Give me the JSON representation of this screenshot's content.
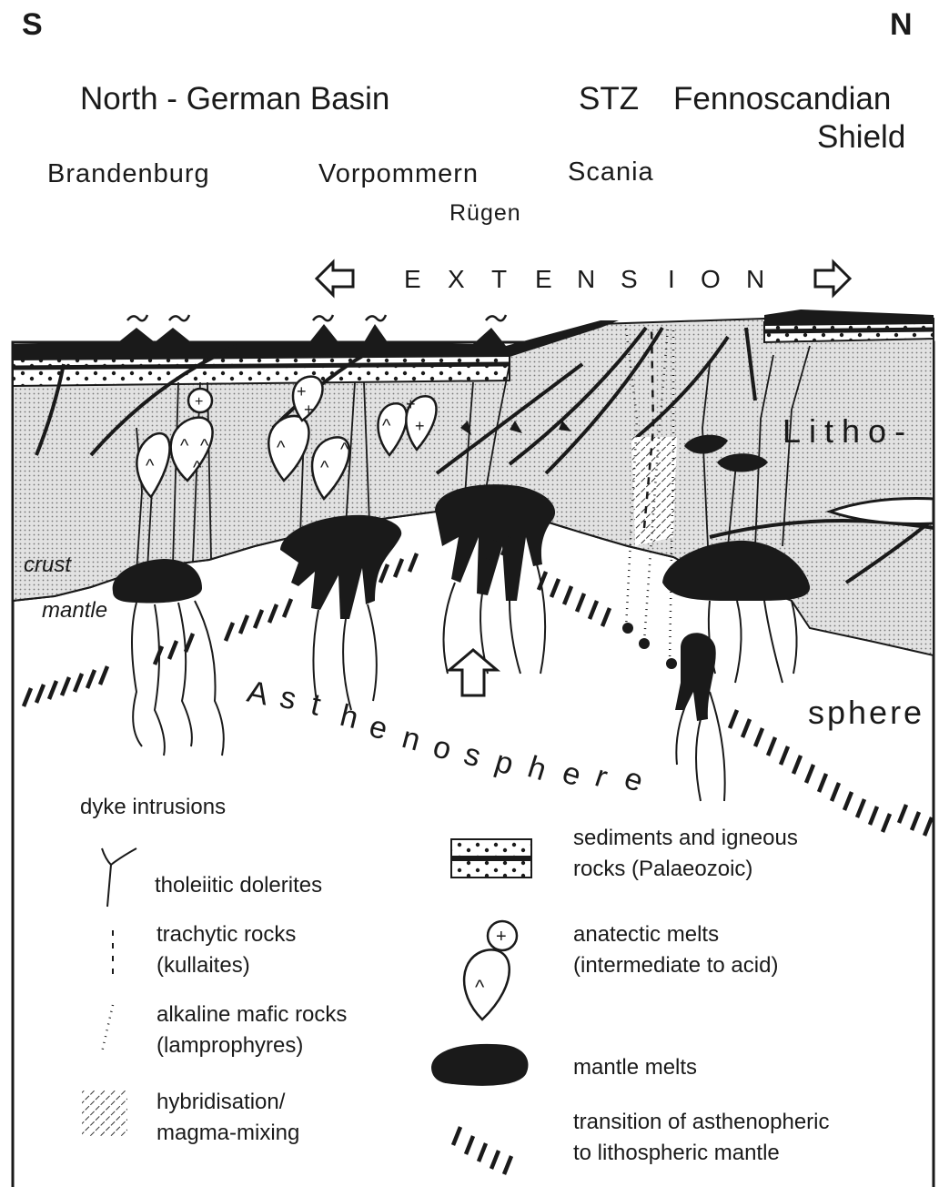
{
  "directions": {
    "south": "S",
    "north": "N"
  },
  "regions": {
    "basin": "North - German  Basin",
    "stz": "STZ",
    "shield_line1": "Fennoscandian",
    "shield_line2": "Shield",
    "brandenburg": "Brandenburg",
    "vorpommern": "Vorpommern",
    "scania": "Scania",
    "ruegen": "Rügen"
  },
  "extension": [
    "E",
    "X",
    "T",
    "E",
    "N",
    "S",
    "I",
    "O",
    "N"
  ],
  "section_labels": {
    "litho": "Litho-",
    "sphere": "sphere",
    "crust": "crust",
    "mantle": "mantle",
    "asthenosphere": [
      "A",
      "s",
      "t",
      "h",
      "e",
      "n",
      "o",
      "s",
      "p",
      "h",
      "e",
      "r",
      "e"
    ]
  },
  "legend": {
    "header": "dyke intrusions",
    "tholeiitic": "tholeiitic dolerites",
    "trachytic_1": "trachytic rocks",
    "trachytic_2": "(kullaites)",
    "alkaline_1": "alkaline mafic rocks",
    "alkaline_2": "(lamprophyres)",
    "hybrid_1": "hybridisation/",
    "hybrid_2": "magma-mixing",
    "sediments_1": "sediments and igneous",
    "sediments_2": "rocks (Palaeozoic)",
    "anatectic_1": "anatectic melts",
    "anatectic_2": "(intermediate to acid)",
    "mantle_melts": "mantle melts",
    "transition_1": "transition of asthenopheric",
    "transition_2": "to lithospheric mantle"
  },
  "colors": {
    "ink": "#1a1a1a",
    "crust_fill": "#d6d6d6",
    "background": "#ffffff"
  }
}
